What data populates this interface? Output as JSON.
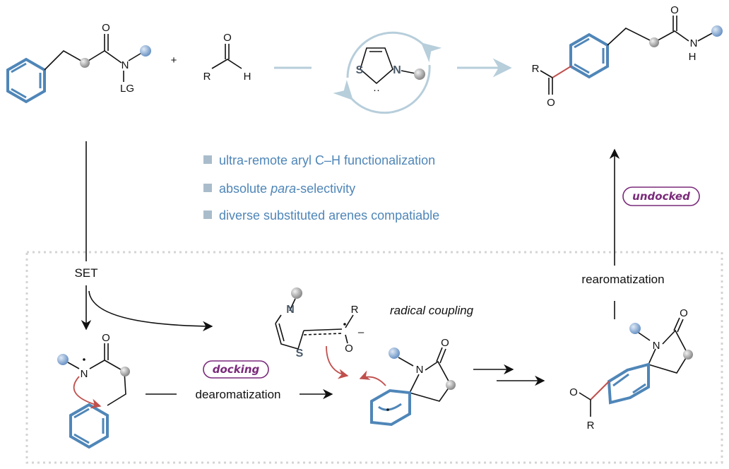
{
  "reactant": {
    "n_label": "N",
    "lg_label": "LG"
  },
  "plus": "+",
  "aldehyde": {
    "r_label": "R",
    "o_label": "O",
    "h_label": "H"
  },
  "catalyst": {
    "s_label": "S",
    "n_label": "N",
    "carbene_dots": "··"
  },
  "product": {
    "r_label": "R",
    "o_ketone_label": "O",
    "o_amide_label": "O",
    "nh_label": "N",
    "h_label": "H"
  },
  "features": [
    {
      "text_pre": "ultra-remote aryl C–H functionalization",
      "text_em": "",
      "text_post": ""
    },
    {
      "text_pre": "absolute ",
      "text_em": "para",
      "text_post": "-selectivity"
    },
    {
      "text_pre": "diverse substituted arenes compatiable",
      "text_em": "",
      "text_post": ""
    }
  ],
  "colors": {
    "accent": "#4f86b8",
    "bullet": "#a9bccb",
    "tag": "#7a2a7a",
    "arrow_red": "#c0504d",
    "catalyst_circle": "#b7cedb"
  },
  "steps": {
    "set": "SET",
    "docking": "docking",
    "dearomatization": "dearomatization",
    "radical_coupling": "radical coupling",
    "rearomatization": "rearomatization",
    "undocked": "undocked"
  },
  "amidyl_radical": {
    "n_label": "N",
    "o_label": "O"
  },
  "breslow_radical": {
    "s_label": "S",
    "n_label": "N",
    "r_label": "R",
    "o_label": "O",
    "charge": "–"
  },
  "spiro_radical": {
    "n_label": "N",
    "o_label": "O"
  },
  "spiro_product": {
    "n_label": "N",
    "o_lactam_label": "O",
    "o_ketone_label": "O",
    "r_label": "R"
  }
}
